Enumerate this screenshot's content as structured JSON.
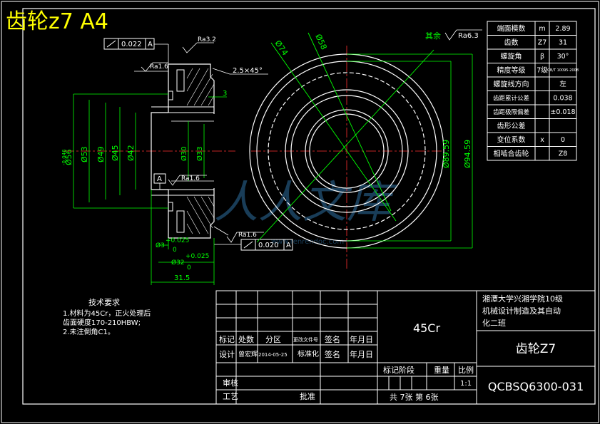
{
  "sheet_title": "齿轮z7  A4",
  "section_view": {
    "gc_box": {
      "value": "0.022",
      "datum": "A"
    },
    "ra_top": "Ra3.2",
    "ra_left_top": "Ra1.6",
    "chamfer": "2.5×45°",
    "dim_right_3": "3",
    "dia_outer": "Ø56",
    "dia_outer_tol": "-0.046",
    "dia_53": "Ø53",
    "dia_49": "Ø49",
    "dia_45": "Ø45",
    "dia_42": "Ø42",
    "dia_inner_1": "Ø30",
    "dia_inner_2": "Ø33",
    "datum_a": "A",
    "ra_left_bottom": "Ra1.6",
    "ra_bottom": "Ra1.6",
    "gc_box_bottom": {
      "value": "0.020",
      "datum": "A"
    },
    "dim_3_tol": "+0.025",
    "dim_3": "Ø3",
    "dim_3_zero": "0",
    "dim_32_tol": "+0.025",
    "dim_32": "Ø32",
    "dim_32_zero": "0",
    "dim_width": "31.5"
  },
  "end_view": {
    "leader_1": "Ø74",
    "leader_2": "Ø58",
    "dim_v1": "Ø89.59",
    "dim_v2": "Ø94.59",
    "remaining": "其余",
    "remaining_ra": "Ra6.3"
  },
  "gear_table": {
    "rows": [
      [
        "端面模数",
        "m",
        "2.89"
      ],
      [
        "齿数",
        "Z7",
        "31"
      ],
      [
        "螺旋角",
        "β",
        "30°"
      ],
      [
        "精度等级",
        "7级",
        "GB/T 10095-2008"
      ],
      [
        "螺旋线方向",
        "",
        "左"
      ],
      [
        "齿距累计公差",
        "",
        "0.038"
      ],
      [
        "齿距极限偏差",
        "",
        "±0.018"
      ],
      [
        "齿形公差",
        "",
        ""
      ],
      [
        "变位系数",
        "x",
        "0"
      ],
      [
        "相啮合齿轮",
        "",
        "Z8"
      ]
    ]
  },
  "tech_req": {
    "title": "技术要求",
    "lines": [
      "1.材料为45Cr，正火处理后",
      "齿面硬度170-210HBW;",
      "2.未注倒角C1。"
    ]
  },
  "title_block": {
    "material": "45Cr",
    "school": [
      "湘潭大学兴湘学院10级",
      "机械设计制造及其自动",
      "化二班"
    ],
    "part_name": "齿轮Z7",
    "drawing_no": "QCBSQ6300-031",
    "rev_headers": [
      "标记",
      "处数",
      "分区",
      "更改文件号",
      "签名",
      "年月日"
    ],
    "design_row": [
      "设计",
      "曾宏辉",
      "2014-05-25",
      "标准化",
      "签名",
      "年月日"
    ],
    "stage_headers": [
      "标记阶段",
      "重量",
      "比例"
    ],
    "scale": "1:1",
    "review": "审核",
    "process": "工艺",
    "approve": "批准",
    "sheets": "共 7张    第 6张"
  },
  "watermark": {
    "text": "人人文库",
    "url": "www.renrendoc.com"
  },
  "colors": {
    "background": "#000000",
    "line": "#ffffff",
    "dimension": "#00ff00",
    "title": "#ffff00",
    "center_line": "#ff0000"
  }
}
